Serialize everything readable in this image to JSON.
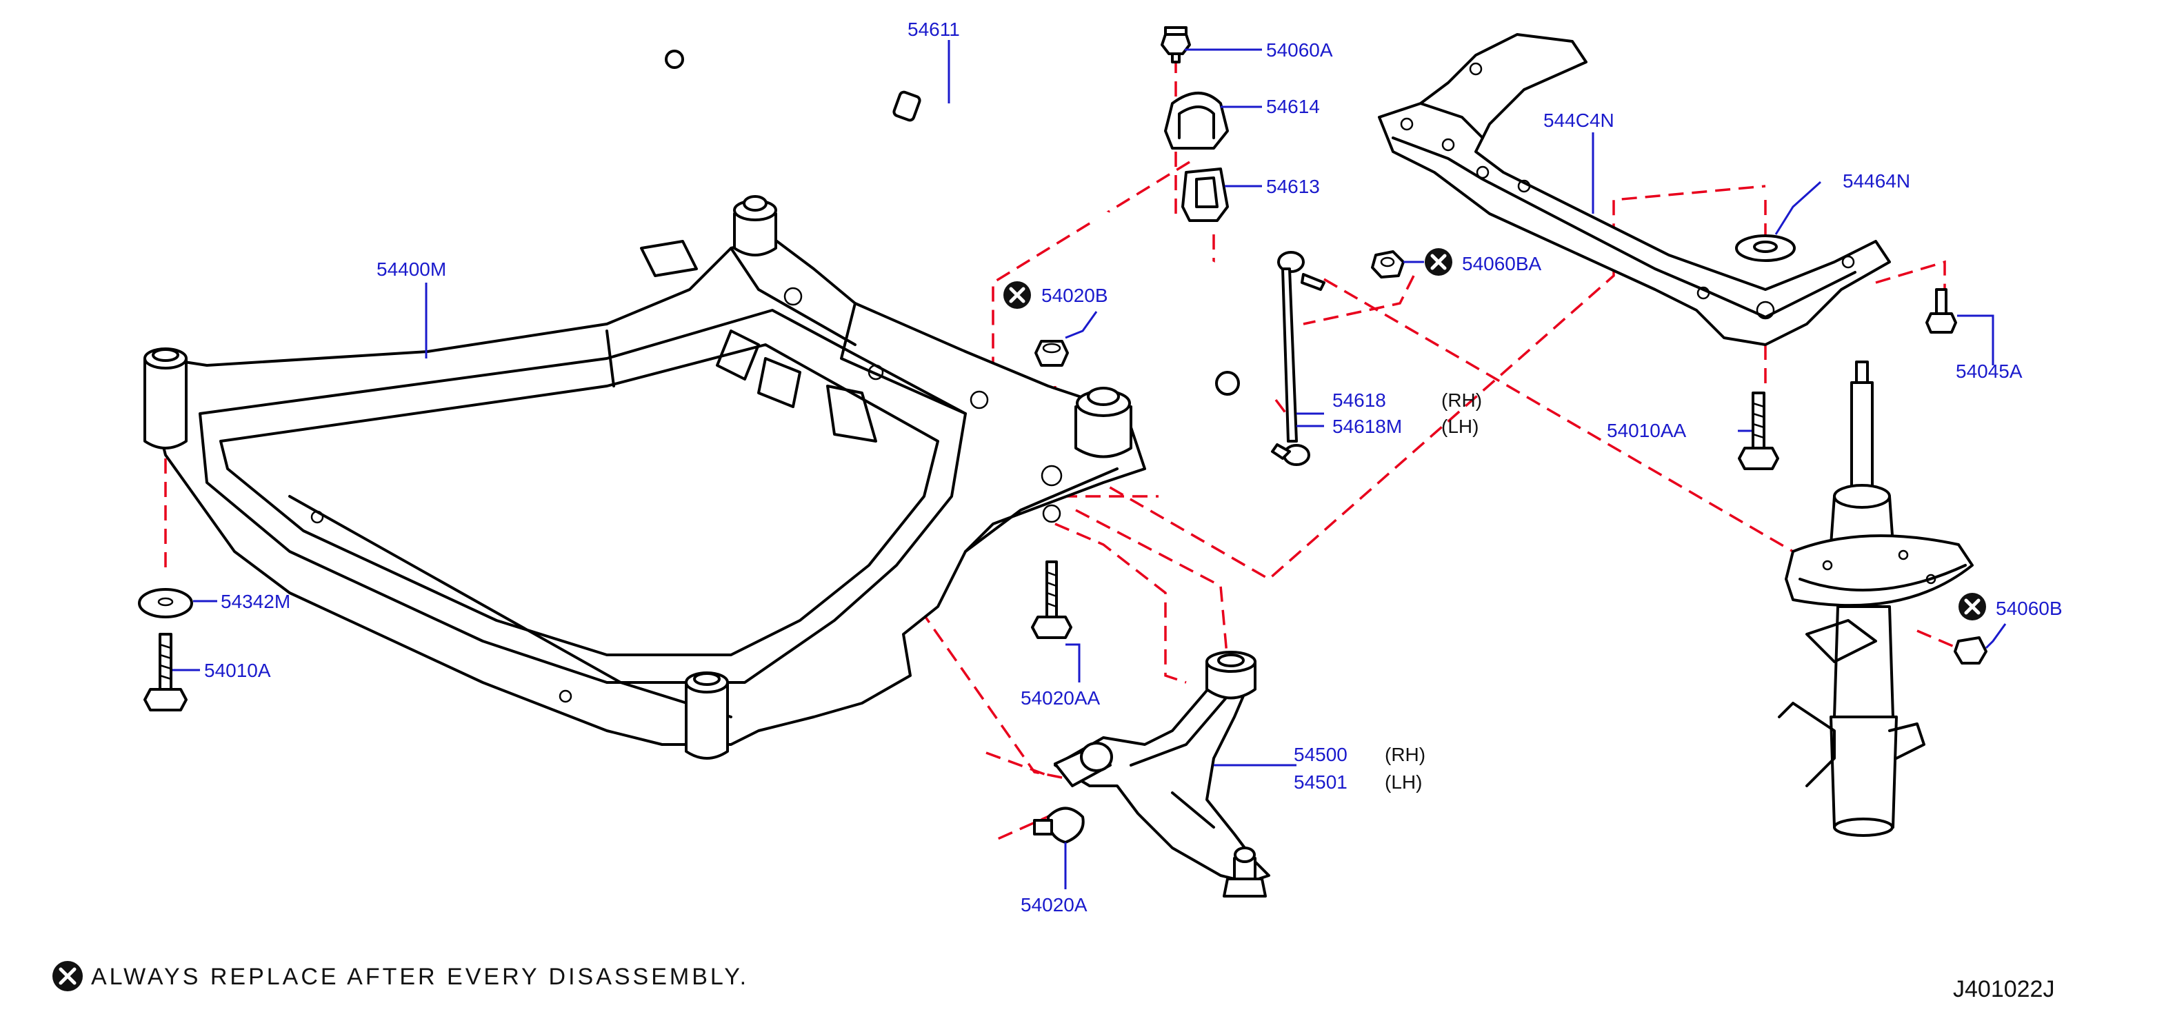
{
  "diagram_id": "J401022J",
  "footnote": "ALWAYS  REPLACE  AFTER  EVERY  DISASSEMBLY.",
  "side_labels": {
    "rh": "(RH)",
    "lh": "(LH)"
  },
  "parts": {
    "p54611": "54611",
    "p54060A": "54060A",
    "p54614": "54614",
    "p54613": "54613",
    "p544C4N": "544C4N",
    "p54464N": "54464N",
    "p54060BA": "54060BA",
    "p54045A": "54045A",
    "p54400M": "54400M",
    "p54020B": "54020B",
    "p54618": "54618",
    "p54618M": "54618M",
    "p54010AA": "54010AA",
    "p54342M": "54342M",
    "p54010A": "54010A",
    "p54020AA": "54020AA",
    "p54060B": "54060B",
    "p54500": "54500",
    "p54501": "54501",
    "p54020A": "54020A"
  },
  "colors": {
    "label": "#1a1acc",
    "dashed_leader": "#e8001c",
    "outline": "#000000"
  },
  "icons": {
    "replace_marker": "circled-x-icon"
  }
}
